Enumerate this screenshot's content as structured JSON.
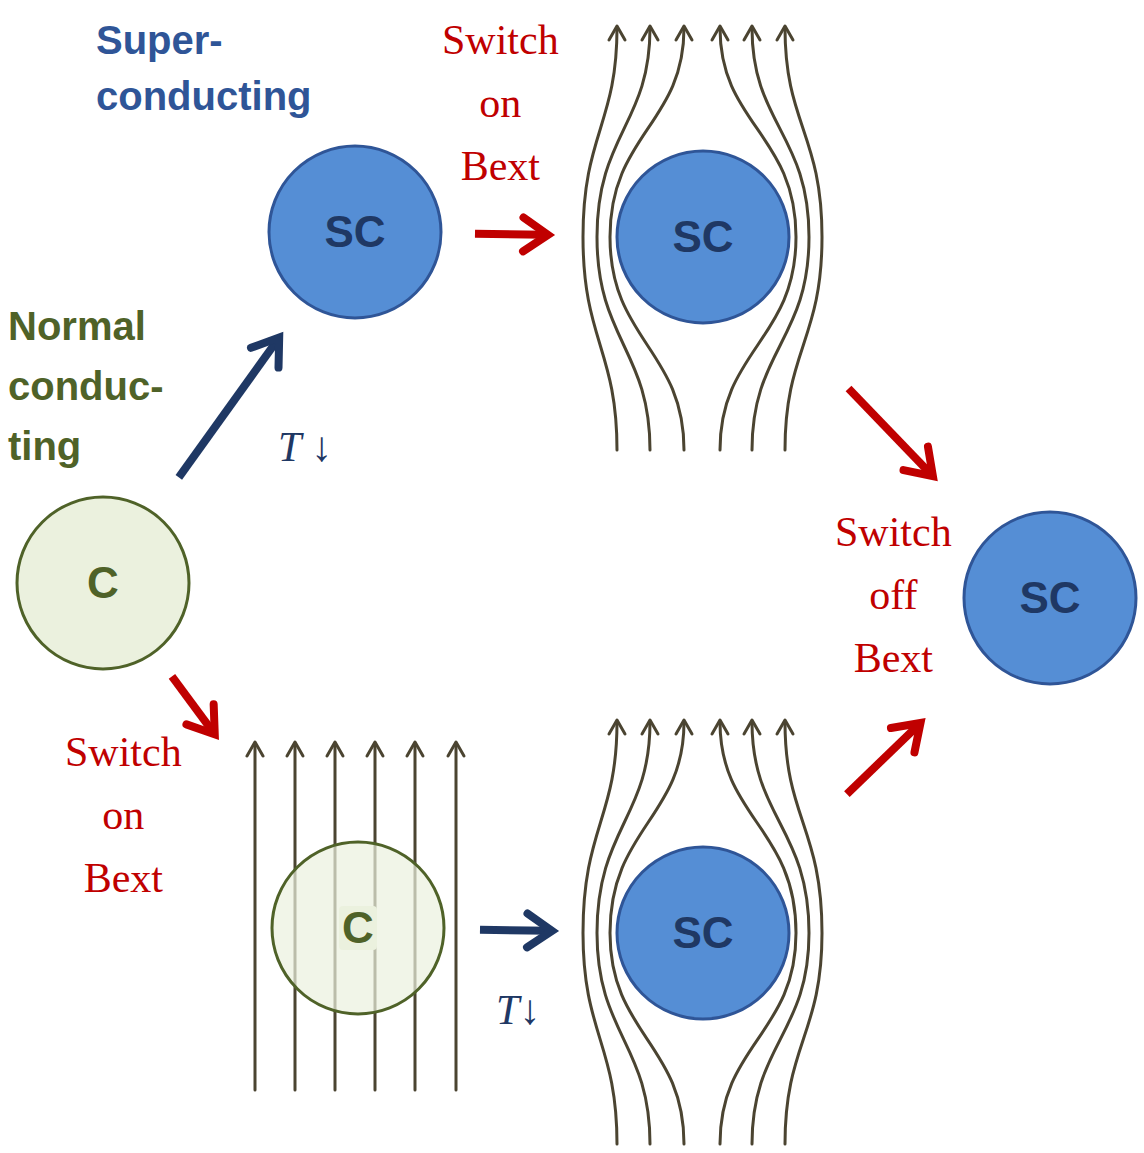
{
  "diagram": {
    "nodes": [
      {
        "text": [
          "C"
        ]
      },
      {
        "text": [
          "SC"
        ]
      },
      {
        "text": [
          "SC"
        ]
      },
      {
        "text": [
          "SC"
        ]
      },
      {
        "text": [
          "C"
        ]
      },
      {
        "text": [
          "SC"
        ]
      }
    ],
    "edges": [
      {
        "from": 0,
        "to": 1,
        "arrow": "to",
        "label": "T ↓"
      },
      {
        "from": 1,
        "to": 2,
        "arrow": "to",
        "label": "Switch on Bext"
      },
      {
        "from": 2,
        "to": 3,
        "arrow": "to",
        "label": "Switch off Bext"
      },
      {
        "from": 0,
        "to": 4,
        "arrow": "to",
        "label": "Switch on Bext"
      },
      {
        "from": 4,
        "to": 5,
        "arrow": "to",
        "label": "T↓"
      },
      {
        "from": 5,
        "to": 3,
        "arrow": "to"
      }
    ],
    "labels": [
      "Super- conducting",
      "Normal conduc- ting"
    ]
  }
}
